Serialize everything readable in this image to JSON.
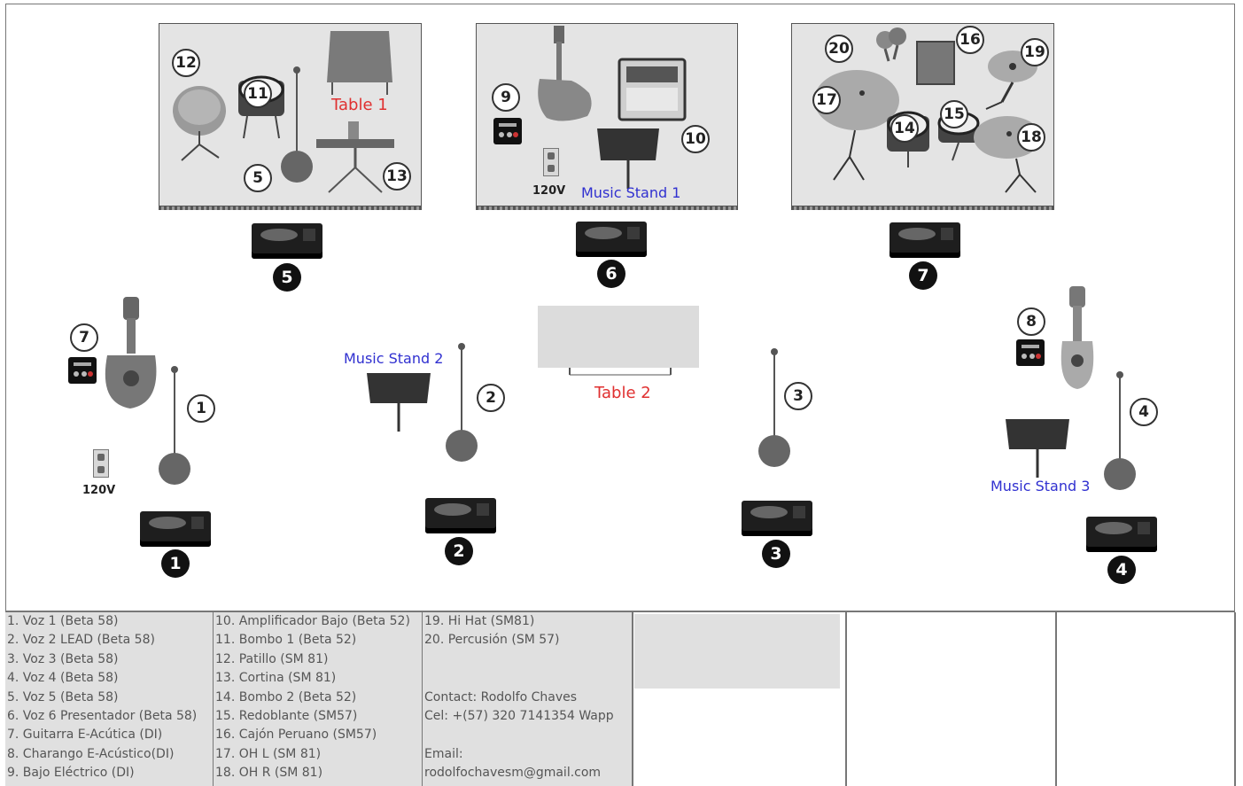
{
  "stage": {
    "risers": [
      {
        "id": "left"
      },
      {
        "id": "center"
      },
      {
        "id": "right"
      }
    ],
    "circled_numbers": [
      "12",
      "11",
      "5",
      "13",
      "9",
      "10",
      "20",
      "16",
      "19",
      "17",
      "14",
      "15",
      "18",
      "7",
      "1",
      "2",
      "3",
      "8",
      "4"
    ],
    "monitor_numbers": [
      "5",
      "6",
      "7",
      "1",
      "2",
      "3",
      "4"
    ],
    "labels": {
      "table1": "Table 1",
      "table2": "Table 2",
      "music_stand_1": "Music Stand 1",
      "music_stand_2": "Music Stand 2",
      "music_stand_3": "Music Stand 3",
      "power_center": "120V",
      "power_left": "120V"
    },
    "colors": {
      "label_red": "#e03030",
      "label_blue": "#3030d0",
      "riser": "#e4e4e4"
    }
  },
  "legend": {
    "col1": [
      "1. Voz 1 (Beta 58)",
      "2. Voz 2 LEAD (Beta 58)",
      "3. Voz 3 (Beta 58)",
      "4. Voz 4 (Beta 58)",
      "5. Voz 5 (Beta 58)",
      "6. Voz 6 Presentador (Beta 58)",
      "7. Guitarra E-Acútica (DI)",
      "8. Charango E-Acústico(DI)",
      "9. Bajo Eléctrico (DI)"
    ],
    "col2": [
      "10. Amplificador Bajo (Beta 52)",
      "11. Bombo 1 (Beta 52)",
      "12. Patillo (SM 81)",
      "13. Cortina (SM 81)",
      "14. Bombo 2 (Beta 52)",
      "15. Redoblante (SM57)",
      "16. Cajón Peruano (SM57)",
      "17. OH L (SM 81)",
      "18. OH R (SM 81)"
    ],
    "col3": [
      "19. Hi Hat (SM81)",
      "20. Percusión (SM 57)",
      "",
      "",
      "Contact: Rodolfo Chaves",
      "Cel: +(57) 320 7141354 Wapp",
      "",
      "Email:",
      "rodolfochavesm@gmail.com"
    ]
  }
}
